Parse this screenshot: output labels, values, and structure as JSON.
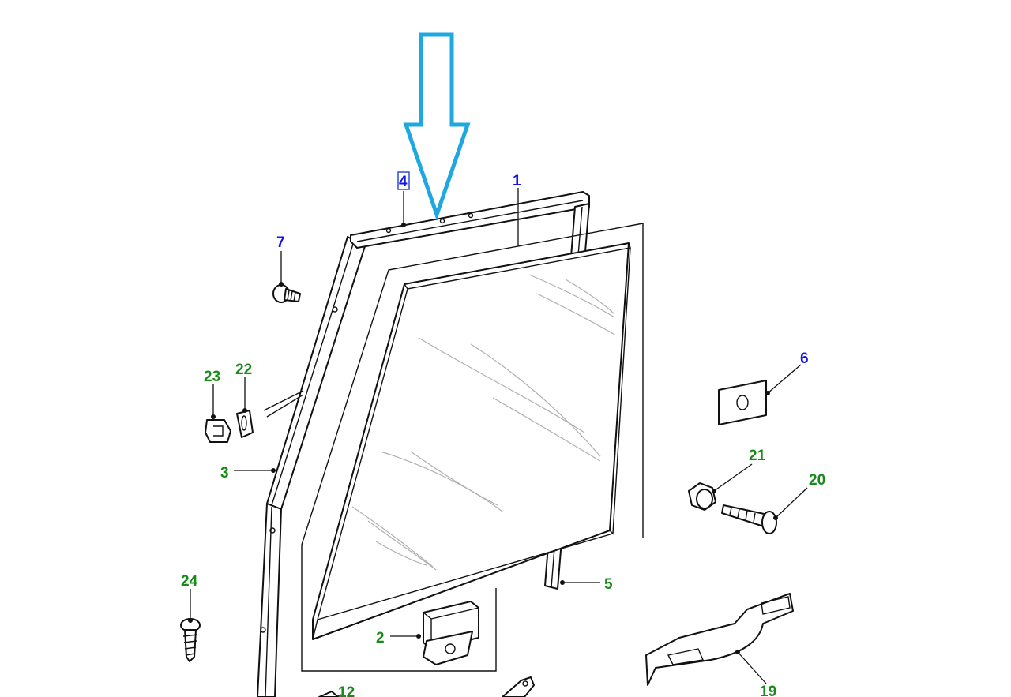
{
  "colors": {
    "label_green": "#1a8a1a",
    "label_blue": "#1414e6",
    "arrow": "#1ea7e0",
    "highlight_box": "#2b4fd8"
  },
  "icons": [
    "down-arrow-icon"
  ],
  "callouts": {
    "c1": "1",
    "c2": "2",
    "c3": "3",
    "c4": "4",
    "c5": "5",
    "c6": "6",
    "c7": "7",
    "c12": "12",
    "c19": "19",
    "c20": "20",
    "c21": "21",
    "c22": "22",
    "c23": "23",
    "c24": "24"
  },
  "highlighted_callout": "4"
}
